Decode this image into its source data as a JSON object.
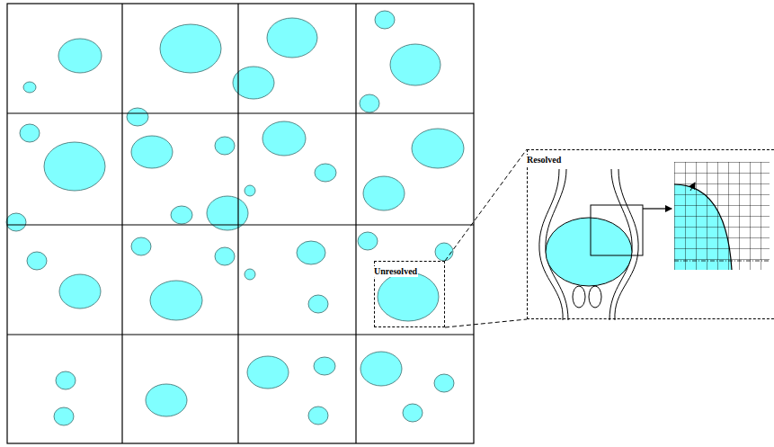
{
  "diagram": {
    "nodes": [
      {
        "text": [
          "Unresolved"
        ]
      },
      {
        "text": [
          "Resolved"
        ]
      }
    ],
    "edges": [
      {
        "from": 0,
        "to": 1,
        "arrow": "none"
      }
    ]
  }
}
